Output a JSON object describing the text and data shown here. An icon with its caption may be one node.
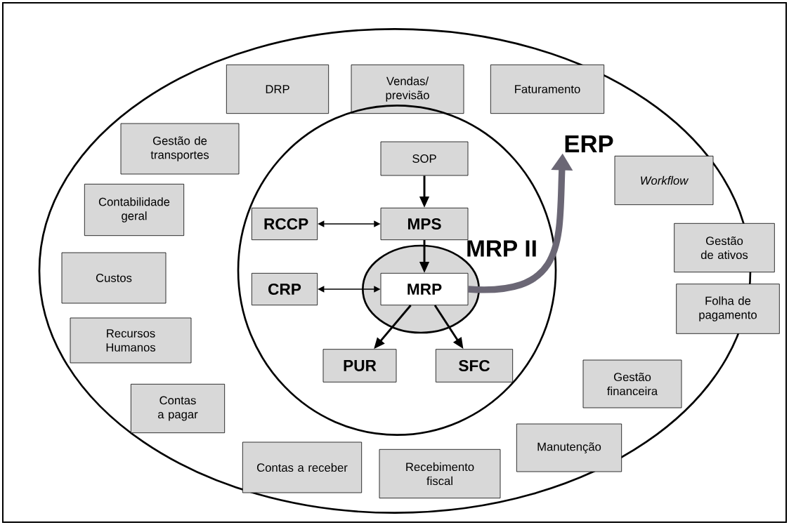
{
  "diagram": {
    "nodes": [
      {
        "text": [],
        "shape": "ellipse"
      },
      {
        "text": [
          "Vendas/ previsão"
        ],
        "in": 0
      },
      {
        "text": [
          "DRP"
        ],
        "in": 0
      },
      {
        "text": [
          "Faturamento"
        ],
        "in": 0
      },
      {
        "text": [
          "Gestão de transportes"
        ],
        "in": 0
      },
      {
        "text": [
          "ERP"
        ],
        "in": 0
      },
      {
        "text": [
          "Workflow"
        ],
        "in": 0
      },
      {
        "text": [
          "Contabilidade geral"
        ],
        "in": 0
      },
      {
        "text": [
          "Gestão de ativos"
        ],
        "in": 0
      },
      {
        "text": [
          "Custos"
        ],
        "in": 0
      },
      {
        "text": [
          "Folha de pagamento"
        ],
        "in": 0
      },
      {
        "text": [
          "Recursos Humanos"
        ],
        "in": 0
      },
      {
        "text": [
          "Gestão financeira"
        ],
        "in": 0
      },
      {
        "text": [
          "Contas a pagar"
        ],
        "in": 0
      },
      {
        "text": [
          "Manutenção"
        ],
        "in": 0
      },
      {
        "text": [
          "Contas a receber"
        ],
        "in": 0
      },
      {
        "text": [
          "Recebimento fiscal"
        ],
        "in": 0
      },
      {
        "text": [
          "MRP II"
        ],
        "in": 0
      },
      {
        "text": [
          "SOP"
        ],
        "in": 17
      },
      {
        "text": [
          "RCCP"
        ],
        "in": 17
      },
      {
        "text": [
          "MPS"
        ],
        "in": 17
      },
      {
        "text": [],
        "shape": "ellipse",
        "in": 17
      },
      {
        "text": [
          "CRP"
        ],
        "in": 17
      },
      {
        "text": [
          "MRP"
        ],
        "in": 21
      },
      {
        "text": [
          "PUR"
        ],
        "in": 17
      },
      {
        "text": [
          "SFC"
        ],
        "in": 17
      }
    ],
    "edges": [
      {
        "from": 18,
        "to": 20,
        "arrow": "to"
      },
      {
        "from": 19,
        "to": 20,
        "arrow": "both"
      },
      {
        "from": 20,
        "to": 23,
        "arrow": "to"
      },
      {
        "from": 22,
        "to": 23,
        "arrow": "both"
      },
      {
        "from": 23,
        "to": 24,
        "arrow": "to"
      },
      {
        "from": 23,
        "to": 25,
        "arrow": "to"
      },
      {
        "from": 23,
        "to": 5,
        "arrow": "to",
        "style": "thick",
        "color": "#6b6775"
      }
    ]
  }
}
